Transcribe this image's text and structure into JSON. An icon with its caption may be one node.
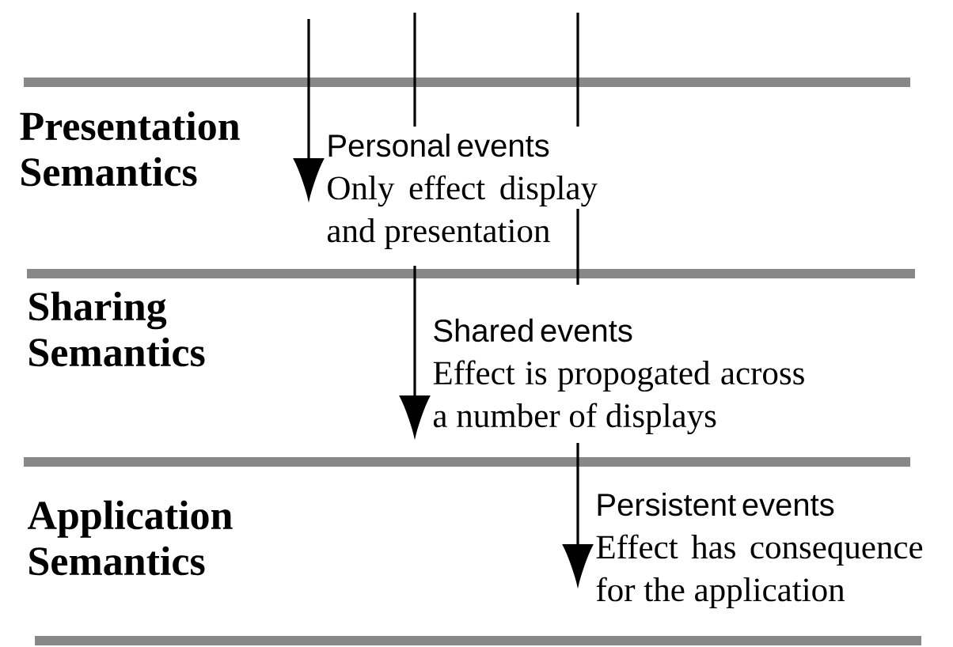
{
  "diagram": {
    "nodes": [
      {
        "text": [
          "Personal events",
          "Only effect display and presentation"
        ]
      },
      {
        "text": [
          "Shared events",
          "Effect is propogated across a number of displays"
        ]
      },
      {
        "text": [
          "Persistent events",
          "Effect has consequence for the application"
        ]
      }
    ],
    "edges": [
      {
        "from": null,
        "to": 0,
        "arrow": "to"
      },
      {
        "from": null,
        "to": 1,
        "arrow": "to"
      },
      {
        "from": null,
        "to": 2,
        "arrow": "to"
      }
    ],
    "labels": [
      "Presentation Semantics",
      "Sharing Semantics",
      "Application Semantics"
    ]
  }
}
